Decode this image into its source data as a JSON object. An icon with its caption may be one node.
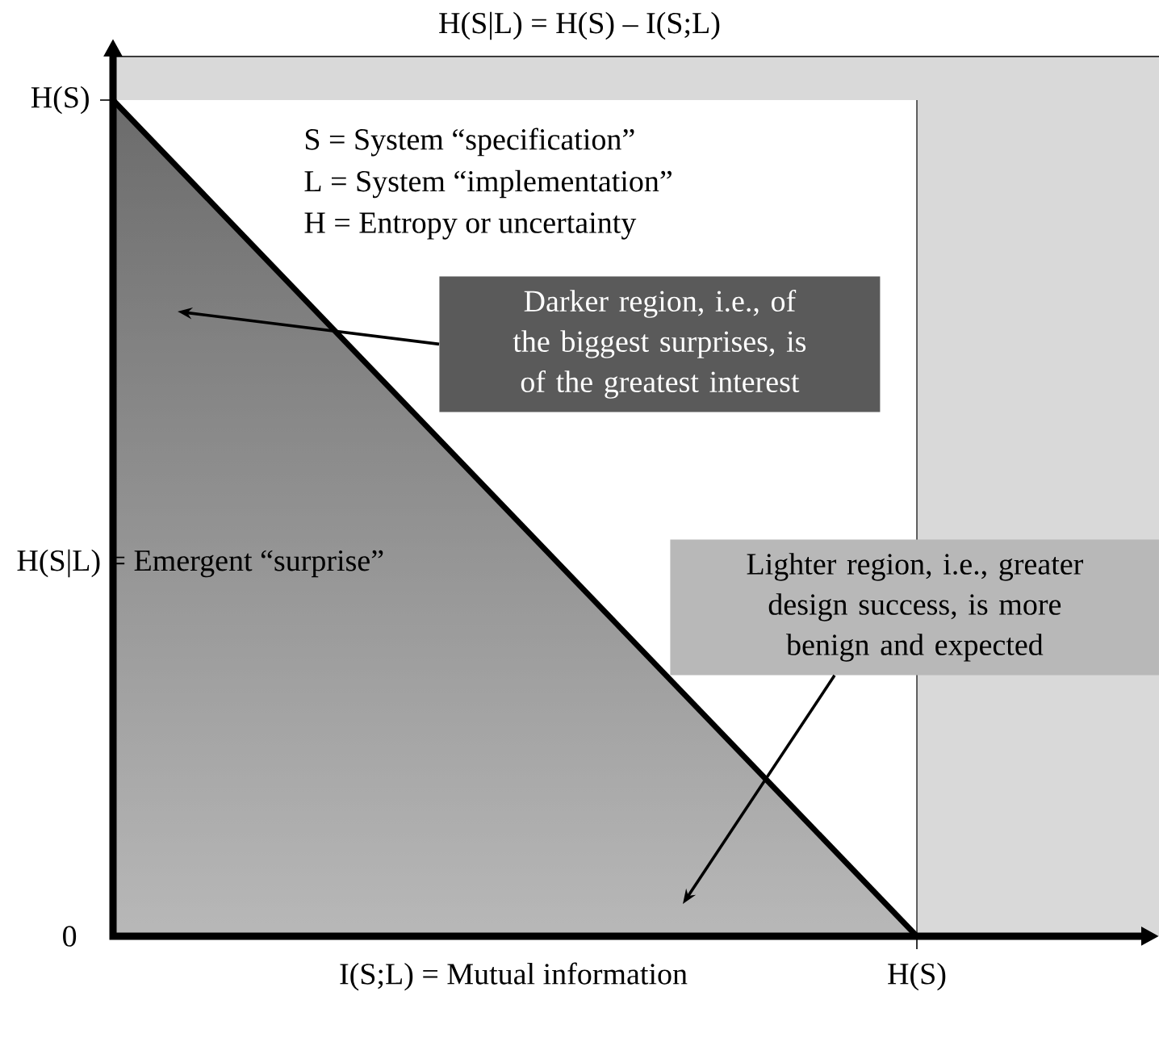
{
  "diagram": {
    "title": "H(S|L) = H(S) – I(S;L)",
    "nodes": [
      {
        "text": [
          "Darker region, i.e., of the biggest surprises, is of the greatest interest"
        ]
      },
      {
        "text": [
          "Lighter region, i.e., greater design success, is more benign and expected"
        ]
      }
    ],
    "edges": [
      {
        "from": 0,
        "to": null,
        "arrow": "to"
      },
      {
        "from": 1,
        "to": null,
        "arrow": "to"
      }
    ],
    "labels": [
      "S = System “specification”",
      "L = System “implementation”",
      "H = Entropy or uncertainty",
      "H(S)",
      "H(S|L) = Emergent “surprise”",
      "0",
      "I(S;L) = Mutual information",
      "H(S)"
    ]
  }
}
